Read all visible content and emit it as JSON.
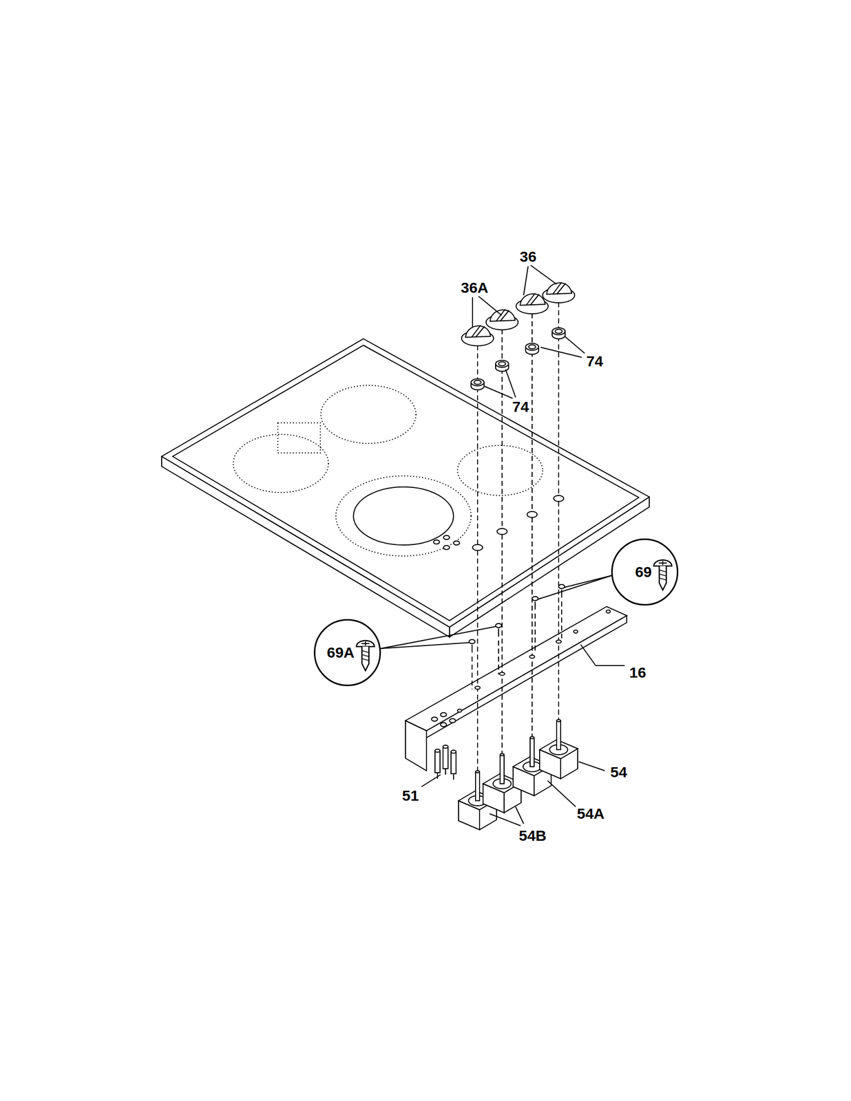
{
  "diagram": {
    "nodes": [
      {
        "text": [
          "69"
        ]
      },
      {
        "text": [
          "69A"
        ]
      }
    ],
    "labels": [
      "36",
      "36A",
      "74",
      "74",
      "16",
      "54",
      "51",
      "54A",
      "54B"
    ]
  }
}
